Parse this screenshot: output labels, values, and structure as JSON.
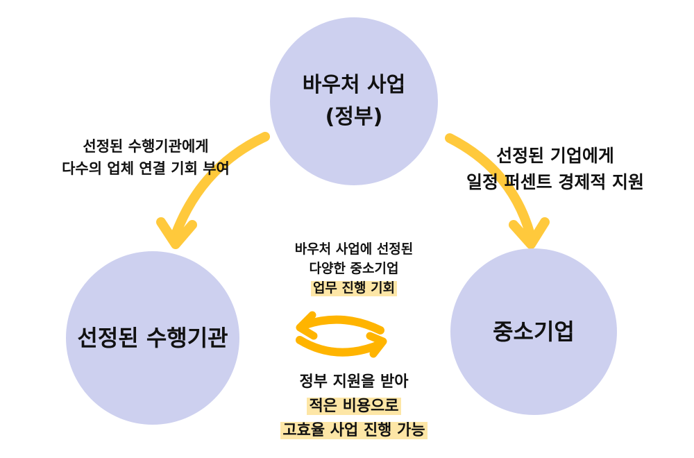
{
  "colors": {
    "circle_fill": "#cdd0ef",
    "arrow": "#ffc93c",
    "cycle_arrow": "#ffb400",
    "highlight": "#fde6a6",
    "text": "#111111"
  },
  "nodes": {
    "government": {
      "line1": "바우처 사업",
      "line2": "(정부)"
    },
    "provider": {
      "label": "선정된 수행기관"
    },
    "sme": {
      "label": "중소기업"
    }
  },
  "edges": {
    "to_provider": {
      "line1": "선정된 수행기관에게",
      "line2": "다수의 업체 연결 기회 부여"
    },
    "to_sme": {
      "line1": "선정된 기업에게",
      "line2": "일정 퍼센트 경제적 지원"
    }
  },
  "exchange": {
    "provider_benefit": {
      "line1": "바우처 사업에 선정된",
      "line2": "다양한 중소기업",
      "highlight": "업무 진행 기회"
    },
    "sme_benefit": {
      "line1": "정부 지원을 받아",
      "highlight1": "적은 비용으로",
      "highlight2": "고효율 사업 진행 가능"
    }
  }
}
